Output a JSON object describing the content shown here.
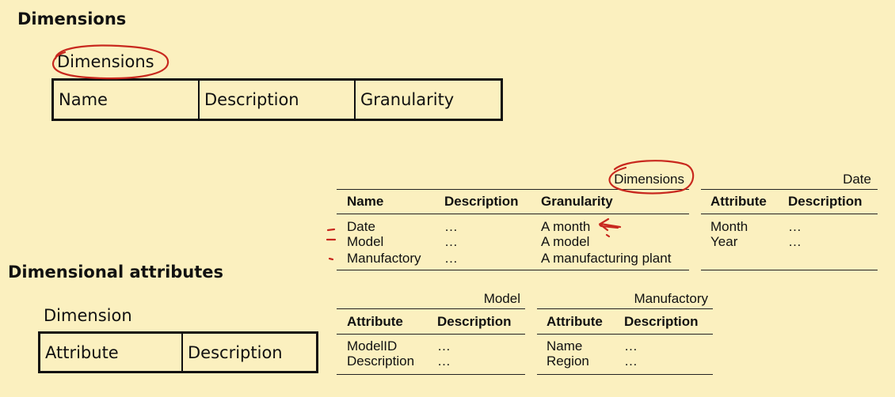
{
  "heading_dimensions": "Dimensions",
  "heading_attributes": "Dimensional attributes",
  "schema_dimensions": {
    "title": "Dimensions",
    "columns": [
      "Name",
      "Description",
      "Granularity"
    ]
  },
  "schema_attributes": {
    "title": "Dimension",
    "columns": [
      "Attribute",
      "Description"
    ]
  },
  "dimensions_table": {
    "caption": "Dimensions",
    "headers": [
      "Name",
      "Description",
      "Granularity"
    ],
    "rows": [
      [
        "Date",
        "…",
        "A month"
      ],
      [
        "Model",
        "…",
        "A model"
      ],
      [
        "Manufactory",
        "…",
        "A manufacturing plant"
      ]
    ]
  },
  "date_table": {
    "caption": "Date",
    "headers": [
      "Attribute",
      "Description"
    ],
    "rows": [
      [
        "Month",
        "…"
      ],
      [
        "Year",
        "…"
      ]
    ]
  },
  "model_table": {
    "caption": "Model",
    "headers": [
      "Attribute",
      "Description"
    ],
    "rows": [
      [
        "ModelID",
        "…"
      ],
      [
        "Description",
        "…"
      ]
    ]
  },
  "manufactory_table": {
    "caption": "Manufactory",
    "headers": [
      "Attribute",
      "Description"
    ],
    "rows": [
      [
        "Name",
        "…"
      ],
      [
        "Region",
        "…"
      ]
    ]
  },
  "colors": {
    "background": "#fbf0bf",
    "annotation": "#c8281e",
    "ink": "#111111"
  }
}
